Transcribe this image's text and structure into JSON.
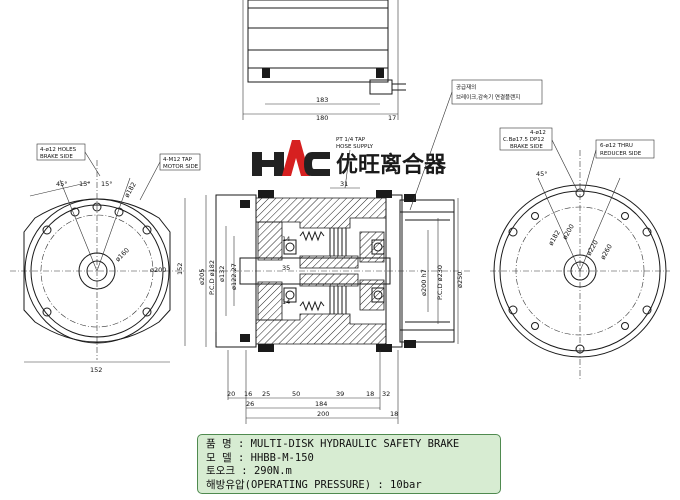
{
  "brand": {
    "logo_text": "HAC",
    "chinese_name": "优旺离合器"
  },
  "notes": {
    "left_brake_holes": [
      "4-ø12 HOLES",
      "BRAKE SIDE"
    ],
    "left_motor_tap": [
      "4-M12 TAP",
      "MOTOR SIDE"
    ],
    "center_pt_tap": [
      "PT 1/4 TAP",
      "HOSE SUPPLY"
    ],
    "korean_note": [
      "공급재의",
      "브레이크,감속기 연결플랜지"
    ],
    "right_brake_side": [
      "4-ø12",
      "C.Bø17.5 DP12",
      "BRAKE SIDE"
    ],
    "right_reducer_side": [
      "6-ø12 THRU",
      "REDUCER SIDE"
    ]
  },
  "dimensions": {
    "top_183": "183",
    "top_180": "180",
    "top_17": "17",
    "left_45deg": "45°",
    "left_15a": "15°",
    "left_15b": "15°",
    "left_d182": "ø182",
    "left_d160": "ø160",
    "left_d200": "ø200",
    "left_152_v": "152",
    "left_152_h": "152",
    "right_45deg": "45°",
    "right_d182": "ø182",
    "right_d200": "ø200",
    "right_d220": "ø220",
    "right_d260": "ø260",
    "sec_31": "31",
    "sec_35": "35",
    "sec_14a": "14",
    "sec_14b": "14",
    "sec_205": "ø205",
    "sec_pcd182": "P.C.D ø182",
    "sec_d132": "ø132",
    "sec_d122": "ø122.27",
    "sec_d200": "ø200 h7",
    "sec_pcd230": "P.C.D ø230",
    "sec_d250": "ø250",
    "bot_20": "20",
    "bot_16": "16",
    "bot_25": "25",
    "bot_50": "50",
    "bot_39": "39",
    "bot_18": "18",
    "bot_32": "32",
    "bot_26": "26",
    "bot_184": "184",
    "bot_200": "200",
    "bot_18b": "18"
  },
  "spec": {
    "rows": [
      {
        "label": "품  명",
        "value": "MULTI-DISK HYDRAULIC SAFETY BRAKE"
      },
      {
        "label": "모  델",
        "value": "HHBB-M-150"
      },
      {
        "label": "토오크",
        "value": "290N.m"
      },
      {
        "label": "해방유압(OPERATING PRESSURE)",
        "value": "10bar"
      }
    ]
  },
  "colors": {
    "spec_bg": "#d7ecd2",
    "logo_red": "#d62020"
  }
}
